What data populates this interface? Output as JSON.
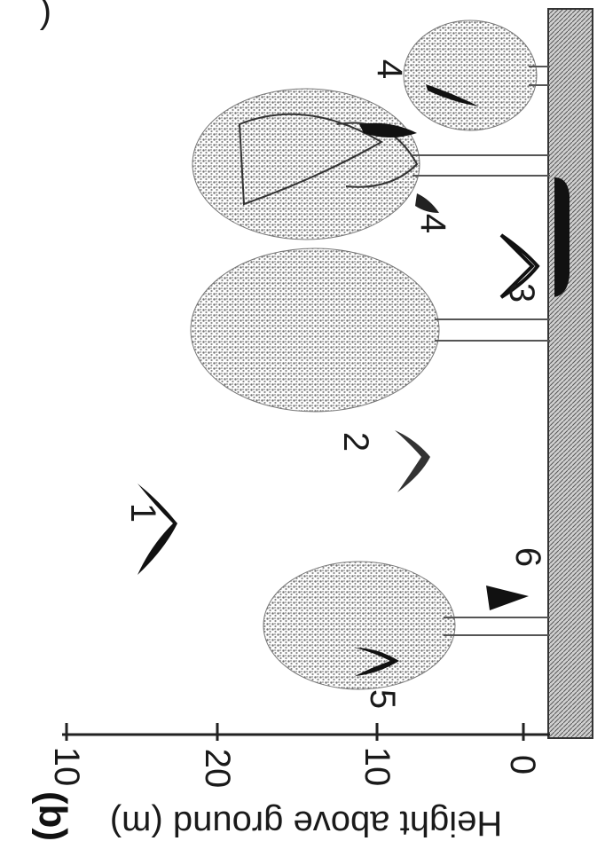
{
  "figure": {
    "panel_label": "(b)",
    "top_cut_text": "(",
    "y_axis": {
      "title": "Height above ground (m)",
      "ticks": [
        "0",
        "10",
        "20",
        "10"
      ]
    },
    "markers": [
      "1",
      "2",
      "3",
      "4",
      "4",
      "5",
      "6"
    ],
    "colors": {
      "ink": "#111111",
      "foliage": "#8c8c8c",
      "ground": "#9a9a9a"
    }
  }
}
